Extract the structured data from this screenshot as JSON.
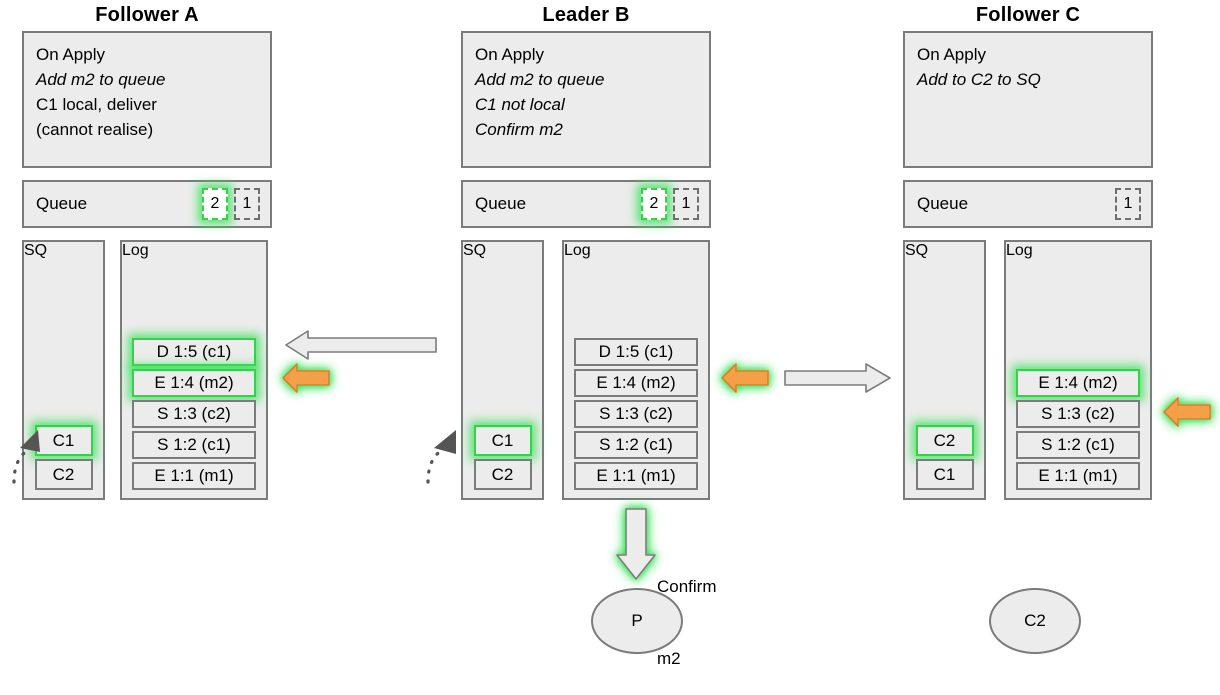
{
  "columns": [
    {
      "title": "Follower A",
      "apply": {
        "lines": [
          {
            "text": "On Apply",
            "italic": false
          },
          {
            "text": "Add m2 to queue",
            "italic": true
          },
          {
            "text": "C1 local, deliver",
            "italic": false
          },
          {
            "text": "(cannot realise)",
            "italic": false
          }
        ]
      },
      "queue": {
        "label": "Queue",
        "slots": [
          {
            "value": "2",
            "highlighted": true
          },
          {
            "value": "1",
            "highlighted": false
          }
        ]
      },
      "sq": {
        "header": "SQ",
        "cells": [
          {
            "value": "C1",
            "highlighted": true
          },
          {
            "value": "C2",
            "highlighted": false
          }
        ]
      },
      "log": {
        "header": "Log",
        "cells": [
          {
            "value": "D 1:5 (c1)",
            "highlighted": true
          },
          {
            "value": "E 1:4 (m2)",
            "highlighted": true
          },
          {
            "value": "S 1:3 (c2)",
            "highlighted": false
          },
          {
            "value": "S 1:2 (c1)",
            "highlighted": false
          },
          {
            "value": "E 1:1 (m1)",
            "highlighted": false
          }
        ]
      }
    },
    {
      "title": "Leader B",
      "apply": {
        "lines": [
          {
            "text": "On Apply",
            "italic": false
          },
          {
            "text": "Add m2 to queue",
            "italic": true
          },
          {
            "text": "C1 not local",
            "italic": true
          },
          {
            "text": "Confirm m2",
            "italic": true
          }
        ]
      },
      "queue": {
        "label": "Queue",
        "slots": [
          {
            "value": "2",
            "highlighted": true
          },
          {
            "value": "1",
            "highlighted": false
          }
        ]
      },
      "sq": {
        "header": "SQ",
        "cells": [
          {
            "value": "C1",
            "highlighted": true
          },
          {
            "value": "C2",
            "highlighted": false
          }
        ]
      },
      "log": {
        "header": "Log",
        "cells": [
          {
            "value": "D 1:5 (c1)",
            "highlighted": false
          },
          {
            "value": "E 1:4 (m2)",
            "highlighted": false
          },
          {
            "value": "S 1:3 (c2)",
            "highlighted": false
          },
          {
            "value": "S 1:2 (c1)",
            "highlighted": false
          },
          {
            "value": "E 1:1 (m1)",
            "highlighted": false
          }
        ]
      }
    },
    {
      "title": "Follower C",
      "apply": {
        "lines": [
          {
            "text": "On Apply",
            "italic": false
          },
          {
            "text": "Add to C2 to SQ",
            "italic": true
          }
        ]
      },
      "queue": {
        "label": "Queue",
        "slots": [
          {
            "value": "1",
            "highlighted": false
          }
        ]
      },
      "sq": {
        "header": "SQ",
        "cells": [
          {
            "value": "C2",
            "highlighted": true
          },
          {
            "value": "C1",
            "highlighted": false
          }
        ]
      },
      "log": {
        "header": "Log",
        "cells": [
          {
            "value": "E 1:4 (m2)",
            "highlighted": true
          },
          {
            "value": "S 1:3 (c2)",
            "highlighted": false
          },
          {
            "value": "S 1:2 (c1)",
            "highlighted": false
          },
          {
            "value": "E 1:1 (m1)",
            "highlighted": false
          }
        ]
      }
    }
  ],
  "confirm": {
    "label_line1": "Confirm",
    "label_line2": "m2"
  },
  "nodes": [
    {
      "name": "producer",
      "value": "P"
    },
    {
      "name": "consumer-c2",
      "value": "C2"
    }
  ],
  "colors": {
    "panel_fill": "#ececec",
    "panel_border": "#7b7b7b",
    "highlight_green": "#34d14a",
    "arrow_orange": "#f5a04a",
    "arrow_orange_border": "#d2822f",
    "arrow_grey_fill": "#ececec",
    "arrow_grey_border": "#7b7b7b"
  }
}
